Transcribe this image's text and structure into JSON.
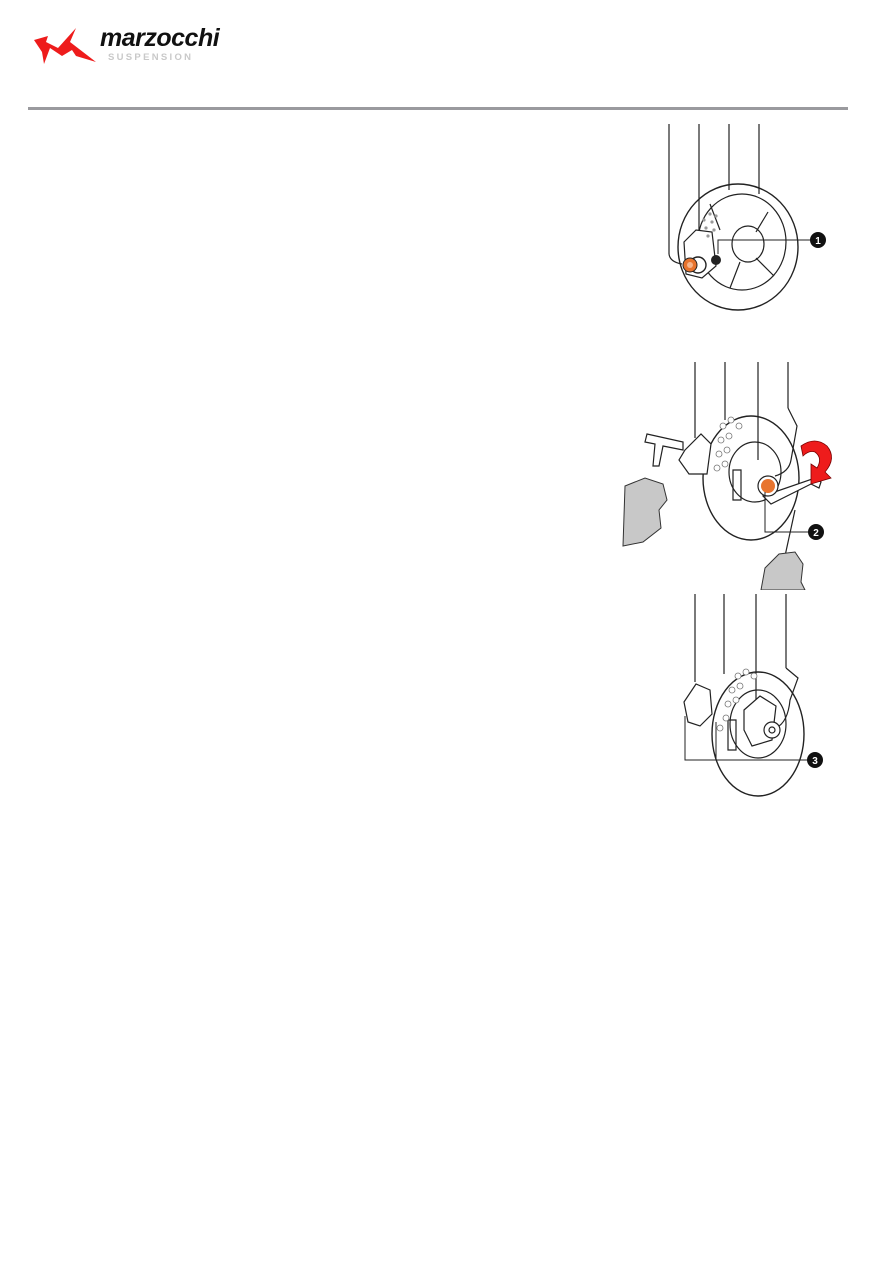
{
  "header": {
    "brand_name": "marzocchi",
    "brand_tagline": "SUSPENSION",
    "brand_color": "#ee1c1c",
    "divider_color": "#9a9a9e"
  },
  "figures": [
    {
      "id": "figure-1",
      "callout": "1",
      "description": "Front fork leg with brake disc and caliper, axle nut highlighted in orange"
    },
    {
      "id": "figure-2",
      "callout": "2",
      "description": "Two hands with T-handle hex keys loosening axle; red rotation arrow"
    },
    {
      "id": "figure-3",
      "callout": "3",
      "description": "Fork leg with axle clamp bolts indicated"
    }
  ],
  "accent_colors": {
    "axle_highlight": "#e8742e",
    "rotation_arrow": "#ee1c1c",
    "callout_badge": "#111111"
  }
}
